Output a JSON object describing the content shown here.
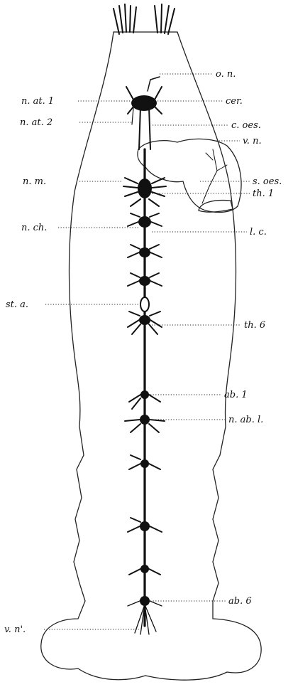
{
  "labels": {
    "o_n": "o. n.",
    "cer": "cer.",
    "n_at_1": "n. at. 1",
    "n_at_2": "n. at. 2",
    "c_oes": "c. oes.",
    "v_n": "v. n.",
    "n_m": "n. m.",
    "s_oes": "s. oes.",
    "th_1": "th. 1",
    "n_ch": "n. ch.",
    "l_c": "l. c.",
    "st_a": "st. a.",
    "th_6": "th. 6",
    "ab_1": "ab. 1",
    "n_ab_l": "n. ab. l.",
    "ab_6": "ab. 6",
    "v_n_prime": "v. n'."
  }
}
